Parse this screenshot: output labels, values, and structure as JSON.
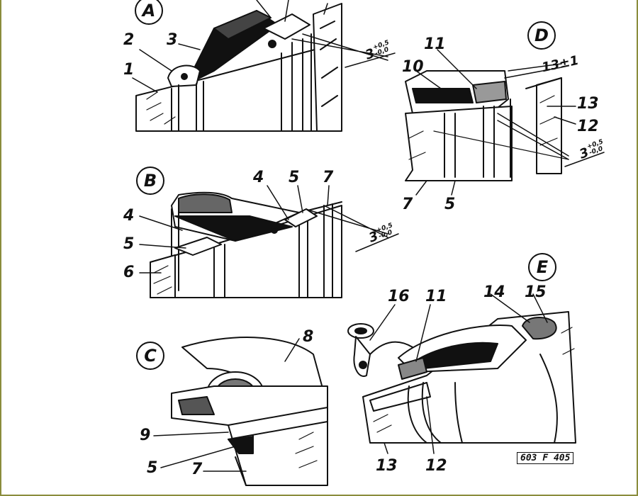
{
  "panels": [
    {
      "letter": "A"
    },
    {
      "letter": "B"
    },
    {
      "letter": "C"
    },
    {
      "letter": "D"
    },
    {
      "letter": "E"
    }
  ],
  "labels": {
    "a1": "1",
    "a2": "2",
    "a3": "3",
    "b4a": "4",
    "b4b": "4",
    "b5a": "5",
    "b5b": "5",
    "b6": "6",
    "b7": "7",
    "c5": "5",
    "c7": "7",
    "c8": "8",
    "c9": "9",
    "d5": "5",
    "d7": "7",
    "d10": "10",
    "d11": "11",
    "d12": "12",
    "d13": "13",
    "e11": "11",
    "e12": "12",
    "e13": "13",
    "e14": "14",
    "e15": "15",
    "e16": "16"
  },
  "dimensions": {
    "gap": {
      "value": "3",
      "tol_plus": "+0,5",
      "tol_minus": "-0,0"
    },
    "overlap": {
      "value": "13",
      "tol": "±1"
    }
  },
  "drawing_code": "603 F 405",
  "colors": {
    "ink": "#111111",
    "frame": "#8a8c3c",
    "paper": "#ffffff"
  }
}
